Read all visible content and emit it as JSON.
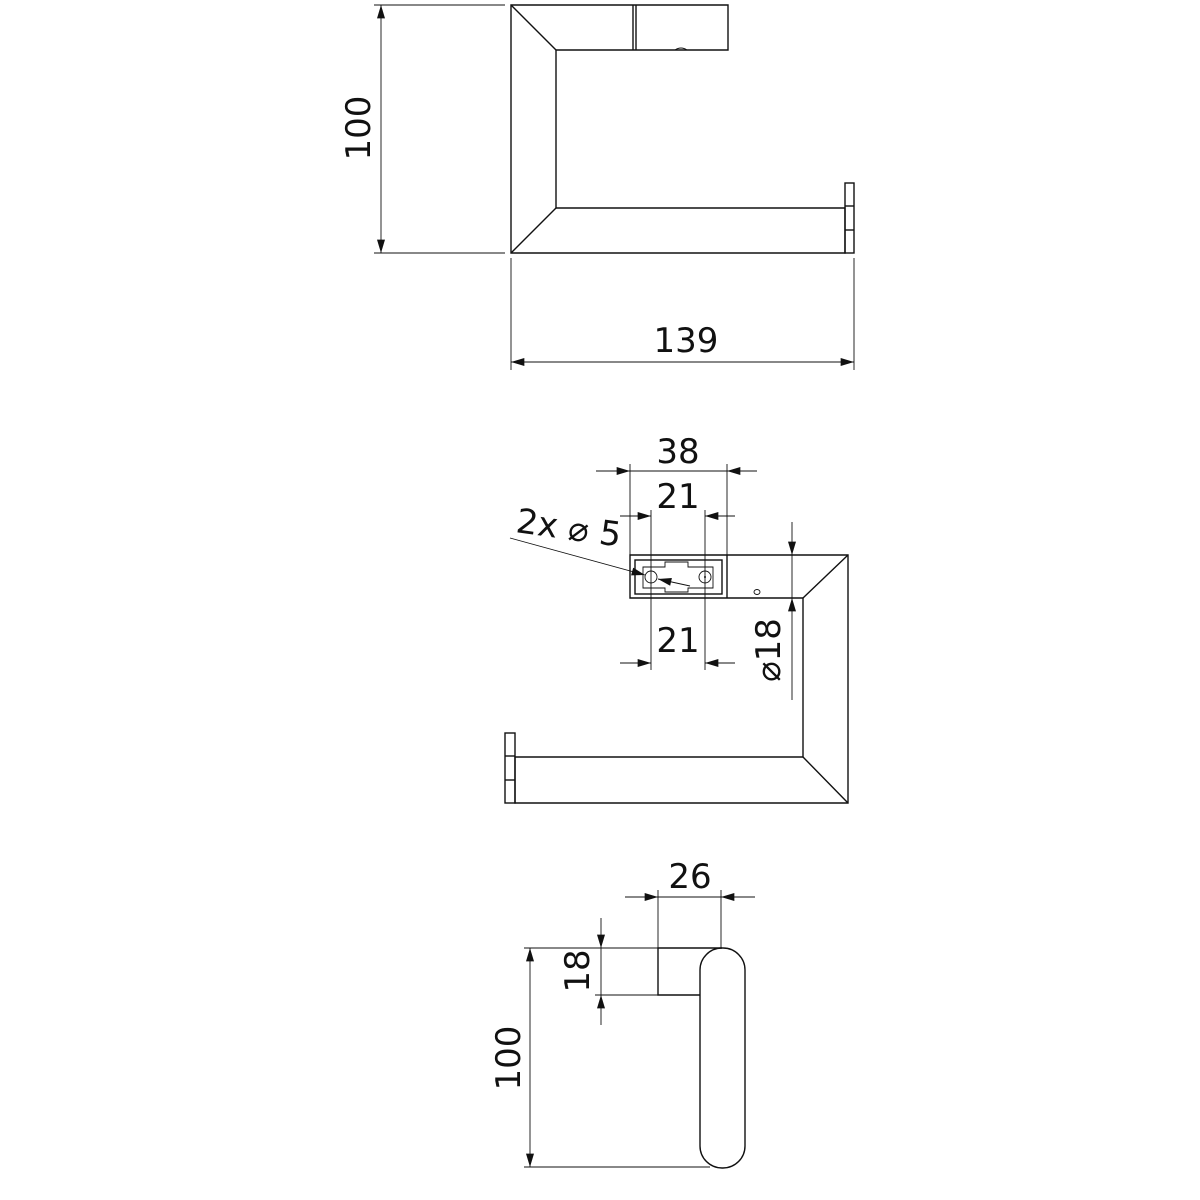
{
  "views": {
    "side_view": {
      "height_label": "100",
      "length_label": "139"
    },
    "top_view": {
      "overall_width_label": "38",
      "hole_spacing_top_label": "21",
      "hole_spacing_bottom_label": "21",
      "holes_label": "2x ⌀ 5",
      "rod_diameter_label": "⌀18"
    },
    "end_view": {
      "depth_label": "26",
      "bracket_height_label": "18",
      "height_label": "100"
    }
  },
  "colors": {
    "line": "#111111",
    "background": "#ffffff"
  }
}
